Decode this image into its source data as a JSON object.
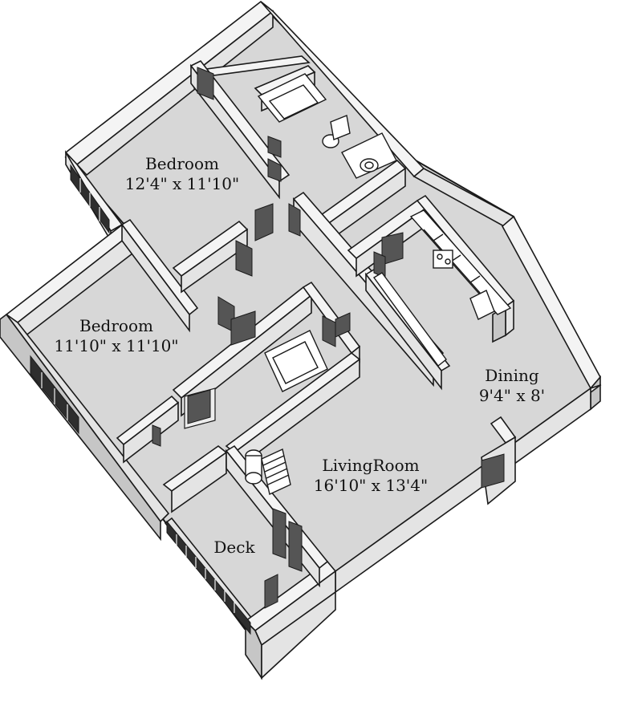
{
  "rooms": {
    "bedroom_1": {
      "name": "Bedroom",
      "size": "12'4\" x 11'10\""
    },
    "bedroom_2": {
      "name": "Bedroom",
      "size": "11'10\" x 11'10\""
    },
    "dining": {
      "name": "Dining",
      "size": "9'4\" x 8'"
    },
    "living_room": {
      "name": "LivingRoom",
      "size": "16'10\" x 13'4\""
    },
    "deck": {
      "name": "Deck"
    }
  }
}
